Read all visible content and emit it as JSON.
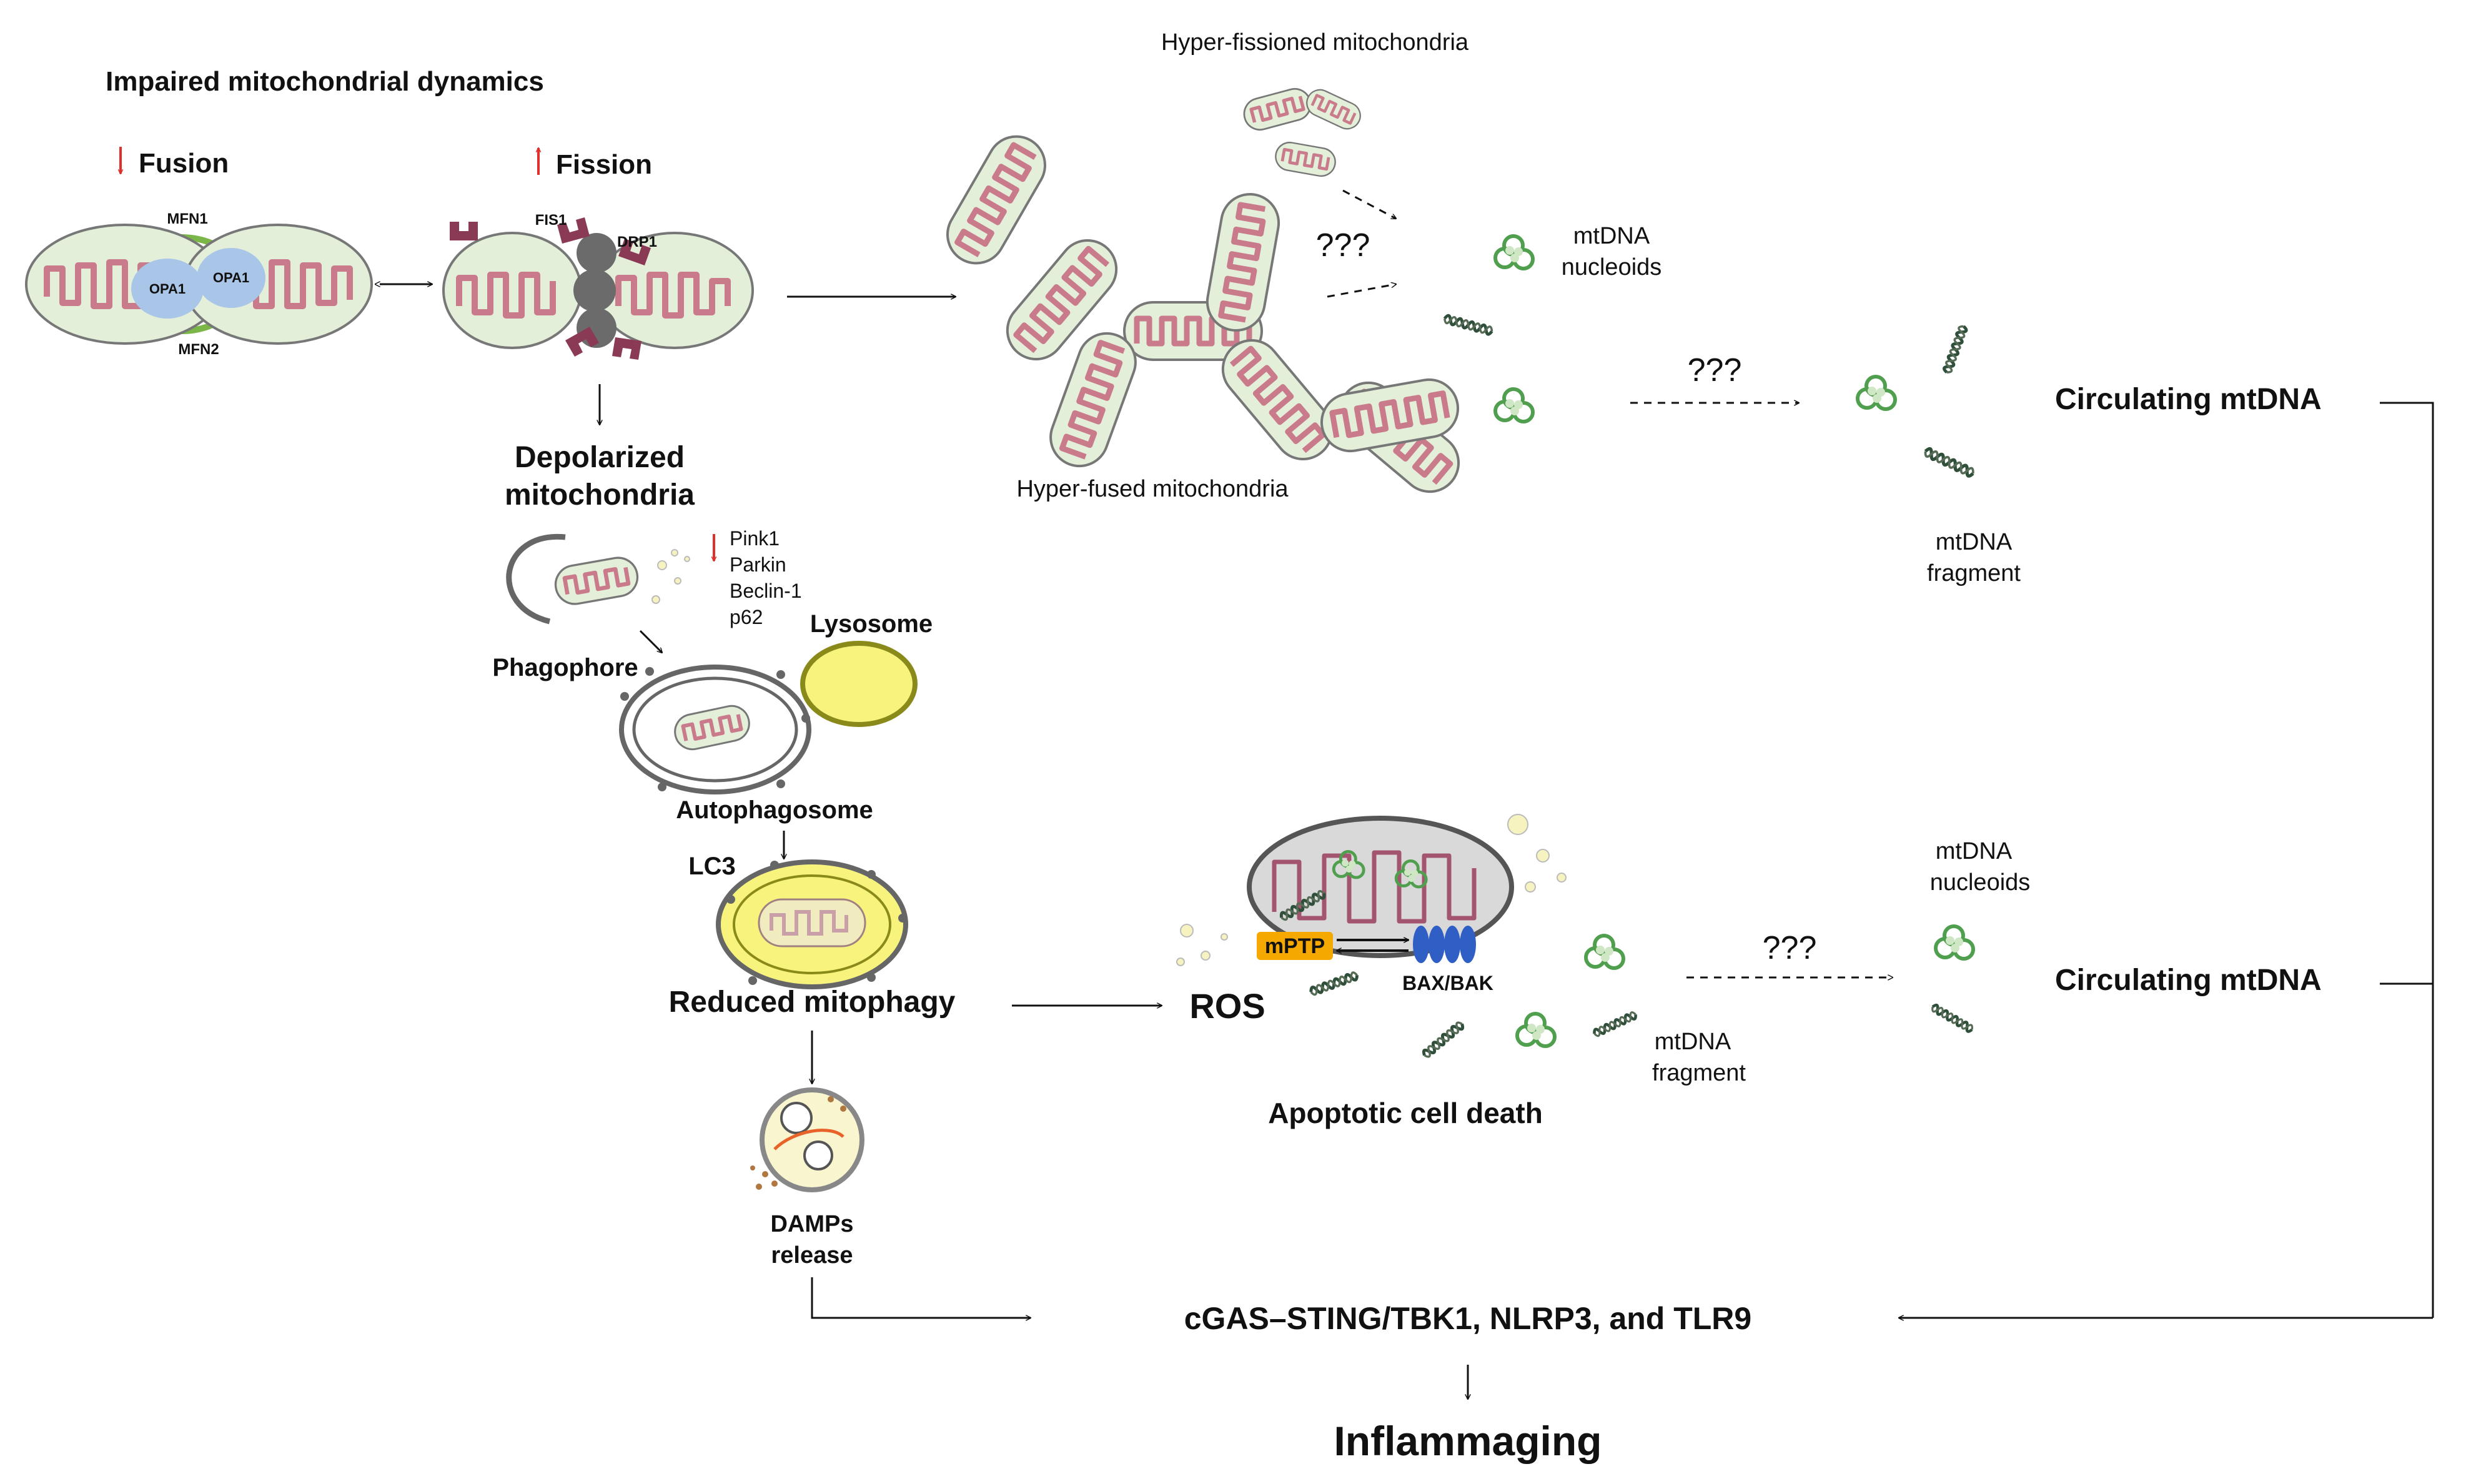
{
  "labels": {
    "impaired": "Impaired mitochondrial dynamics",
    "fusion": "Fusion",
    "fission": "Fission",
    "mfn1": "MFN1",
    "mfn2": "MFN2",
    "opa1": "OPA1",
    "fis1": "FIS1",
    "drp1": "DRP1",
    "hyper_fissioned": "Hyper-fissioned mitochondria",
    "hyper_fused": "Hyper-fused mitochondria",
    "unknown": "???",
    "mtdna": "mtDNA",
    "nucleoids": "nucleoids",
    "fragment": "fragment",
    "circulating": "Circulating mtDNA",
    "depolarized": "Depolarized",
    "mitochondria": "mitochondria",
    "pink1": "Pink1",
    "parkin": "Parkin",
    "beclin1": "Beclin-1",
    "p62": "p62",
    "lysosome": "Lysosome",
    "phagophore": "Phagophore",
    "autophagosome": "Autophagosome",
    "lc3": "LC3",
    "reduced_mitophagy": "Reduced mitophagy",
    "damps": "DAMPs",
    "release": "release",
    "ros": "ROS",
    "mptp": "mPTP",
    "bax_bak": "BAX/BAK",
    "apoptotic": "Apoptotic cell death",
    "pathways": "cGAS–STING/TBK1, NLRP3, and TLR9",
    "inflammaging": "Inflammaging"
  },
  "colors": {
    "decrease_arrow": "#e0302a",
    "increase_arrow": "#e0302a",
    "mito_outer": "#e3efd9",
    "cristae": "#f3b9c4",
    "mfn": "#7ab648",
    "opa1": "#a9c6e8",
    "drp1": "#6b6b6b",
    "fis1": "#8b3a55",
    "dna": "#2f4f3a",
    "nucleoid": "#5aa85a",
    "lysosome": "#f7f37d",
    "lysosome_border": "#8a8a1a",
    "mptp": "#f5a800",
    "bax_bak": "#2f5fc4",
    "text": "#111111"
  }
}
